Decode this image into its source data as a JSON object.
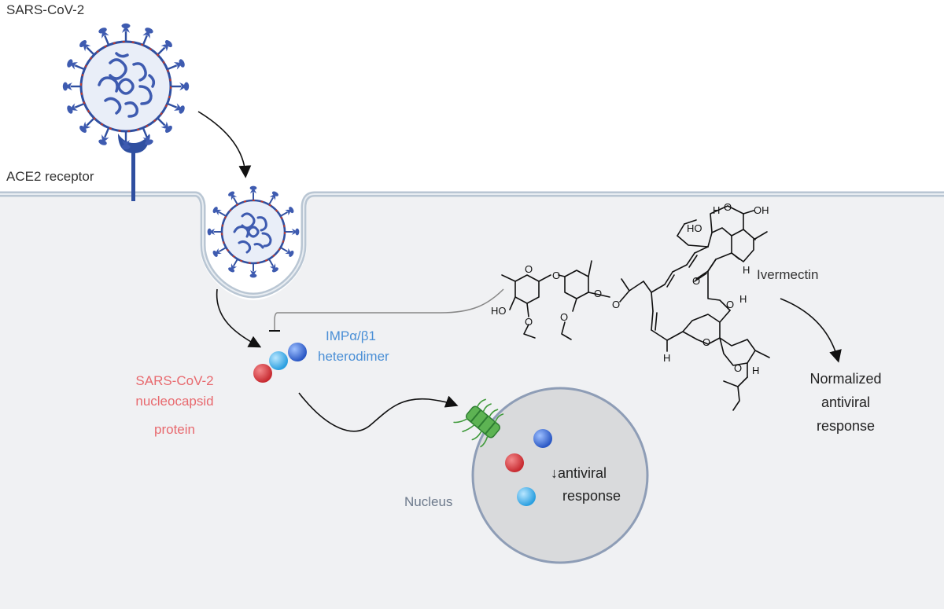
{
  "labels": {
    "virus": "SARS-CoV-2",
    "receptor": "ACE2 receptor",
    "importin_line1": "IMPα/β1",
    "importin_line2": "heterodimer",
    "protein_line1": "SARS-CoV-2",
    "protein_line2": "nucleocapsid",
    "protein_line3": "protein",
    "nucleus": "Nucleus",
    "nuclear_effect_line1": "↓antiviral",
    "nuclear_effect_line2": "response",
    "drug": "Ivermectin",
    "outcome_line1": "Normalized",
    "outcome_line2": "antiviral",
    "outcome_line3": "response"
  },
  "structure_atoms": {
    "ho_left": "HO",
    "o_ring_top": "O",
    "o_glyco_1": "O",
    "o_glyco_2": "O",
    "o_methoxy_1": "O",
    "o_methoxy_2": "O",
    "o_ring_mid": "O",
    "o_ester_carbonyl": "O",
    "o_ester": "O",
    "o_furan": "O",
    "h_top": "H",
    "oh_top": "OH",
    "ho_inner": "HO",
    "h_ring": "H",
    "h_lactone": "H",
    "o_spiro_1": "O",
    "o_spiro_2": "O",
    "h_left_chain": "H",
    "h_spiro": "H"
  },
  "colors": {
    "virus_blue": "#2f4fa0",
    "spike_red": "#c0392b",
    "membrane": "#b9c6d3",
    "cytoplasm": "#f0f1f3",
    "nucleus_fill": "#d9dadc",
    "nucleus_edge": "#8e9db6",
    "protein_label": "#e8696e",
    "importin_label": "#4a8fd6",
    "pore_green": "#4a9e3f",
    "ball_red": "#dc3b3f",
    "ball_light_blue": "#4fb6ea",
    "ball_dark_blue": "#3f6fd1"
  }
}
